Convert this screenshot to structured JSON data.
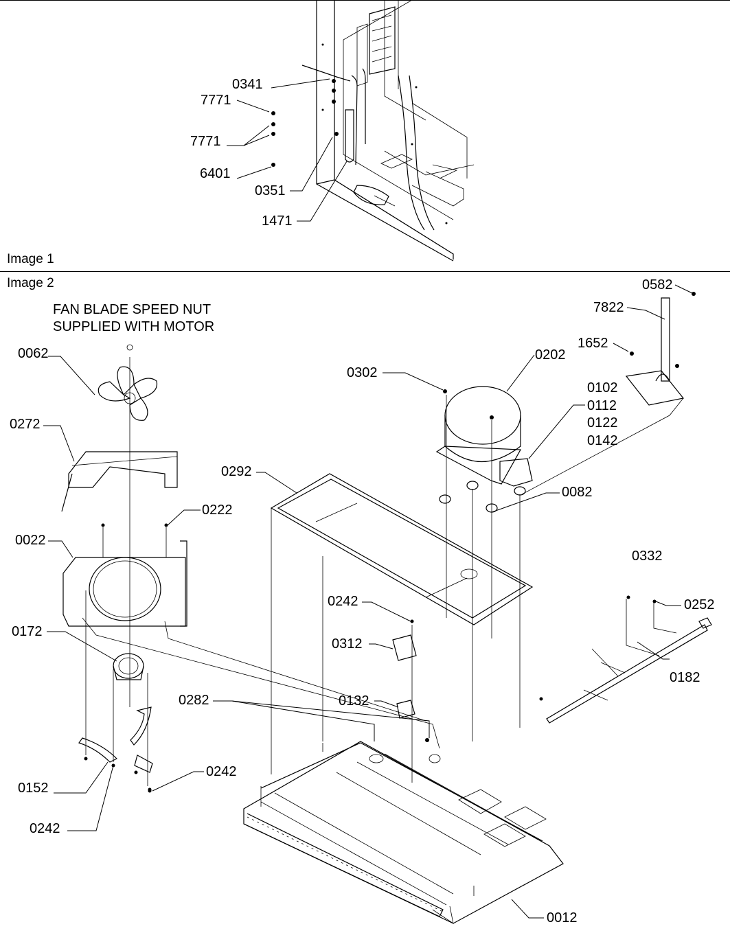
{
  "sections": [
    {
      "id": "image-1",
      "label": "Image 1"
    },
    {
      "id": "image-2",
      "label": "Image 2"
    }
  ],
  "note": {
    "line1": "FAN BLADE SPEED NUT",
    "line2": "SUPPLIED WITH MOTOR"
  },
  "image1_callouts": [
    "0341",
    "7771",
    "7771",
    "6401",
    "0351",
    "1471"
  ],
  "image2_callouts": [
    "0582",
    "7822",
    "1652",
    "0202",
    "0302",
    "0102",
    "0112",
    "0122",
    "0142",
    "0062",
    "0272",
    "0292",
    "0082",
    "0222",
    "0022",
    "0332",
    "0242",
    "0252",
    "0312",
    "0182",
    "0172",
    "0132",
    "0282",
    "0242",
    "0152",
    "0242",
    "0012"
  ]
}
